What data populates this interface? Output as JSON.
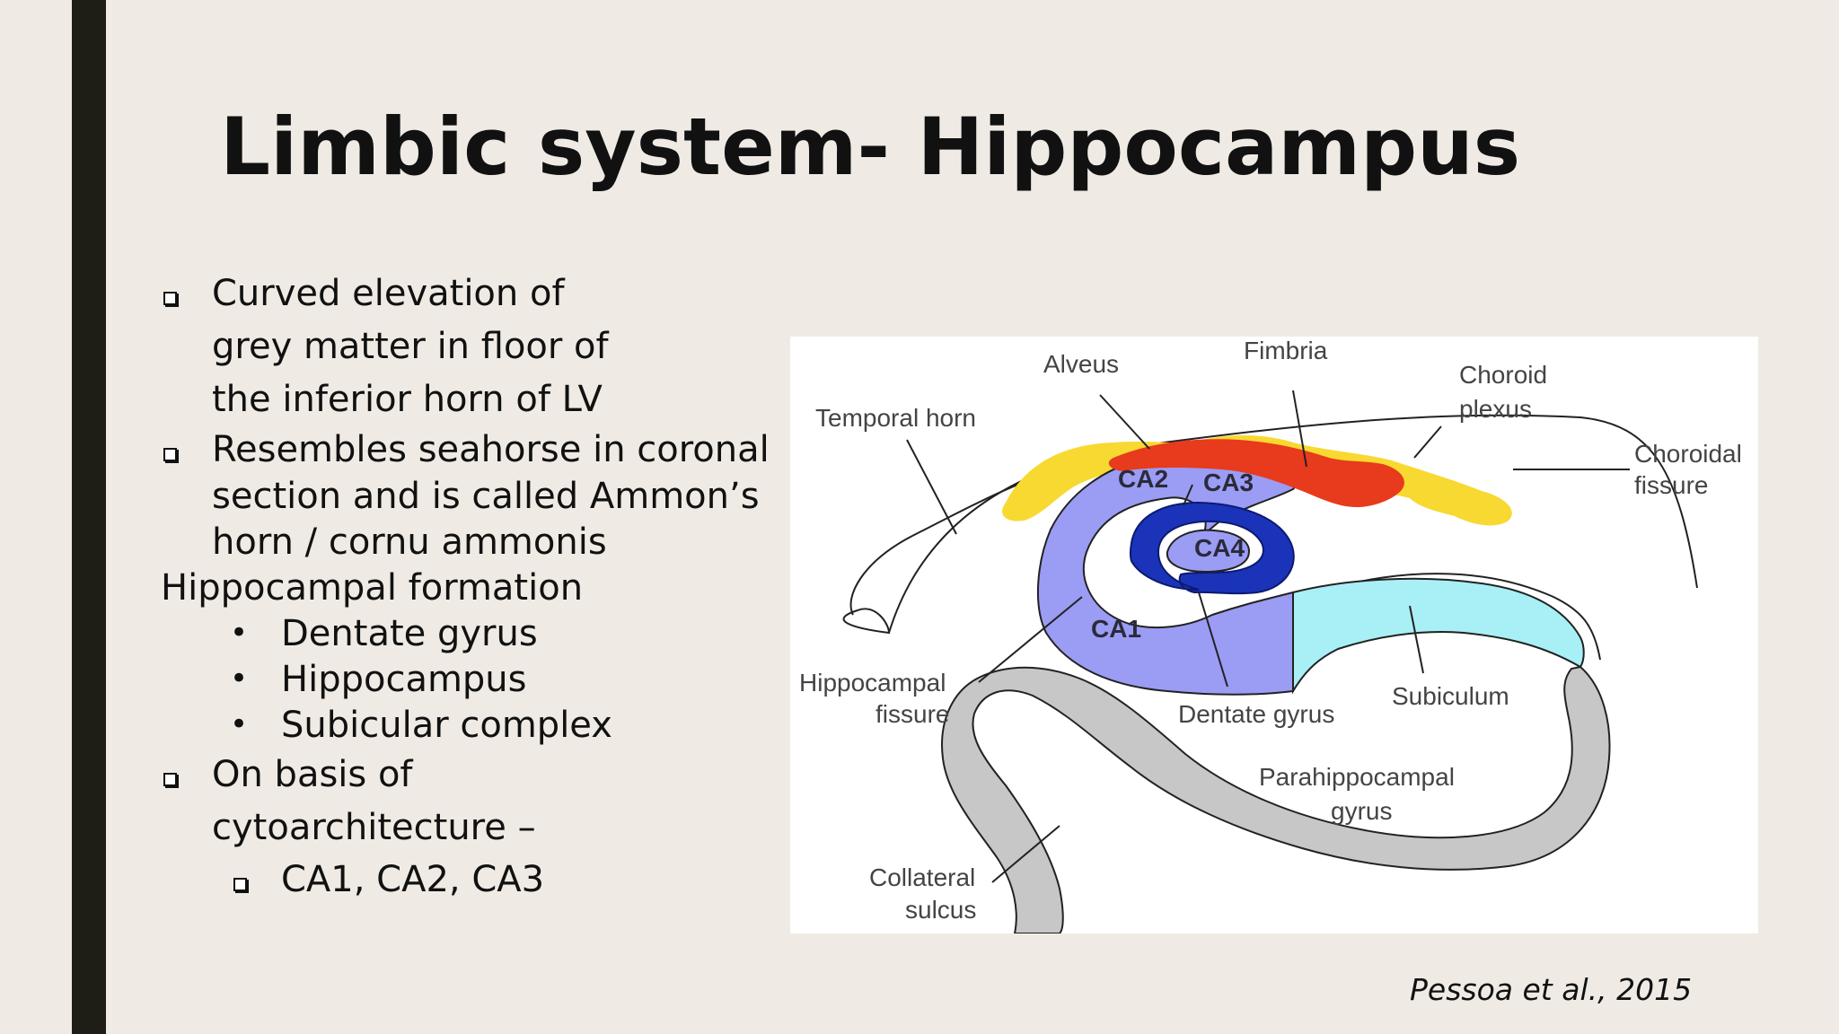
{
  "slide": {
    "title": "Limbic system- Hippocampus",
    "citation": "Pessoa et al., 2015"
  },
  "bullets": {
    "b1": [
      "Curved elevation of",
      "grey matter in floor of",
      "the inferior horn of LV"
    ],
    "b2": [
      "Resembles seahorse in coronal",
      "section and is called Ammon’s",
      "horn / cornu ammonis"
    ],
    "heading": "Hippocampal formation",
    "sub": [
      "Dentate gyrus",
      "Hippocampus",
      "Subicular complex"
    ],
    "b3": [
      "On basis of",
      "cytoarchitecture –"
    ],
    "b3_sub": "CA1, CA2, CA3"
  },
  "diagram": {
    "labels": {
      "alveus": "Alveus",
      "fimbria": "Fimbria",
      "choroid_plexus_1": "Choroid",
      "choroid_plexus_2": "plexus",
      "temporal_horn": "Temporal horn",
      "choroidal_fissure_1": "Choroidal",
      "choroidal_fissure_2": "fissure",
      "ca2": "CA2",
      "ca3": "CA3",
      "ca4": "CA4",
      "ca1": "CA1",
      "hippocampal_fissure_1": "Hippocampal",
      "hippocampal_fissure_2": "fissure",
      "dentate_gyrus": "Dentate gyrus",
      "subiculum": "Subiculum",
      "parahippocampal_1": "Parahippocampal",
      "parahippocampal_2": "gyrus",
      "collateral_1": "Collateral",
      "collateral_2": "sulcus"
    },
    "colors": {
      "ca_regions": "#9b9cf4",
      "dentate": "#1a33b8",
      "fimbria": "#e83a1c",
      "choroid_plexus": "#f7d931",
      "subiculum": "#a8f0f6",
      "parahippocampal": "#c7c7c7"
    }
  }
}
